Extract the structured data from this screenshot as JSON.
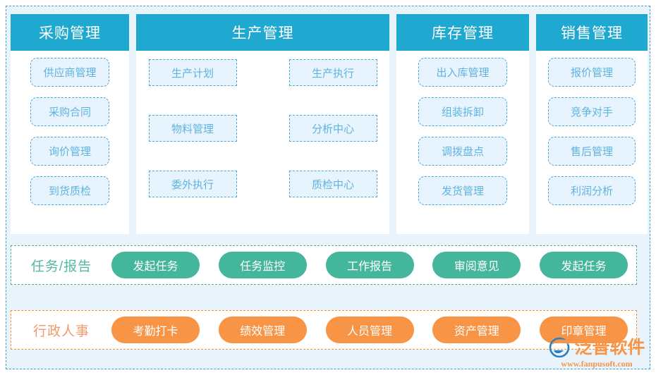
{
  "theme": {
    "canvas_bg": "#e9f3fc",
    "outer_border": "#3c9fd6",
    "header_blue": "#1fa8d0",
    "chip_border": "#4aa8dc",
    "chip_text": "#5fb3e0",
    "chip_bg": "#e8f4fd",
    "teal": "#44b69c",
    "orange": "#f79446",
    "teal_border": "#3fb59a",
    "orange_border": "#f29237"
  },
  "modules": [
    {
      "title": "采购管理",
      "layout": "one-column",
      "items": [
        "供应商管理",
        "采购合同",
        "询价管理",
        "到货质检"
      ]
    },
    {
      "title": "生产管理",
      "layout": "two-column",
      "items": [
        "生产计划",
        "生产执行",
        "物料管理",
        "分析中心",
        "委外执行",
        "质检中心"
      ]
    },
    {
      "title": "库存管理",
      "layout": "one-column",
      "items": [
        "出入库管理",
        "组装拆卸",
        "调拨盘点",
        "发货管理"
      ]
    },
    {
      "title": "销售管理",
      "layout": "one-column",
      "items": [
        "报价管理",
        "竞争对手",
        "售后管理",
        "利润分析"
      ]
    }
  ],
  "bands": [
    {
      "label": "任务/报告",
      "color": "teal",
      "items": [
        "发起任务",
        "任务监控",
        "工作报告",
        "审阅意见",
        "发起任务"
      ]
    },
    {
      "label": "行政人事",
      "color": "orange",
      "items": [
        "考勤打卡",
        "绩效管理",
        "人员管理",
        "资产管理",
        "印章管理"
      ]
    }
  ],
  "logo": {
    "name": "泛普软件",
    "url": "www.fanpusoft.com",
    "icon": "fanpu-swoosh-logo-icon"
  }
}
